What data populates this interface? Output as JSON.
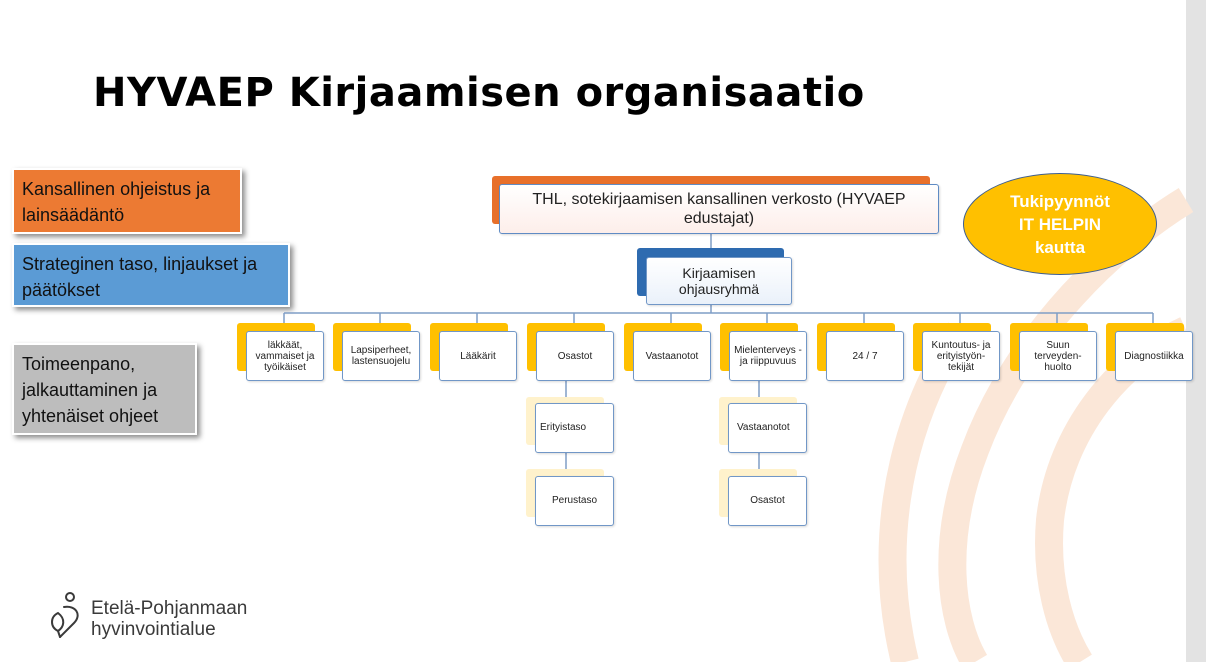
{
  "slide": {
    "title": "HYVAEP Kirjaamisen organisaatio"
  },
  "legend": {
    "national": "Kansallinen ohjeistus ja lainsäädäntö",
    "strategic": "Strateginen taso, linjaukset ja päätökset",
    "implementation": "Toimeenpano, jalkauttaminen ja yhtenäiset ohjeet"
  },
  "org": {
    "top": "THL, sotekirjaamisen kansallinen verkosto (HYVAEP edustajat)",
    "steering_group": "Kirjaamisen ohjausryhmä",
    "units": [
      {
        "label": "läkkäät, vammaiset ja työikäiset"
      },
      {
        "label": "Lapsiperheet, lastensuojelu"
      },
      {
        "label": "Lääkärit"
      },
      {
        "label": "Osastot",
        "children": [
          "Erityistaso",
          "Perustaso"
        ]
      },
      {
        "label": "Vastaanotot"
      },
      {
        "label": "Mielenterveys - ja riippuvuus",
        "children": [
          "Vastaanotot",
          "Osastot"
        ]
      },
      {
        "label": "24 / 7"
      },
      {
        "label": "Kuntoutus- ja erityistyön-tekijät"
      },
      {
        "label": "Suun terveyden-huolto"
      },
      {
        "label": "Diagnostiikka"
      }
    ]
  },
  "helpdesk": {
    "line1": "Tukipyynnöt",
    "line2": "IT HELPIN",
    "line3": "kautta"
  },
  "branding": {
    "org_name_line1": "Etelä-Pohjanmaan",
    "org_name_line2": "hyvinvointialue",
    "logo_icon": "leaf-person-icon"
  },
  "colors": {
    "national": "#ec7a33",
    "strategic": "#5b9bd5",
    "implementation": "#bdbdbd",
    "unit_accent": "#ffc000",
    "sub_accent": "#fff2cc",
    "helpdesk": "#ffc000"
  }
}
